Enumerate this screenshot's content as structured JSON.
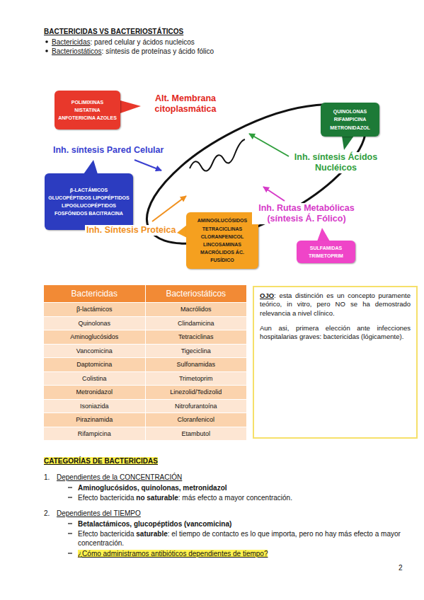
{
  "diagram": {
    "title": "BACTERICIDAS VS BACTERIOSTÁTICOS",
    "nodes": [
      {
        "text": [
          "Alt. Membrana citoplasmática",
          "POLIMIXINAS NISTATINA ANFOTERICINA AZOLES"
        ]
      },
      {
        "text": [
          "Inh. síntesis Ácidos Nucléicos",
          "QUINOLONAS RIFAMPICINA METRONIDAZOL"
        ]
      },
      {
        "text": [
          "Inh. síntesis Pared Celular",
          "β-LACTÁMICOS GLUCOPÉPTIDOS LIPOPÉPTIDOS LIPOGLUCOPÉPTIDOS FOSFÓNIDOS BACITRACINA"
        ]
      },
      {
        "text": [
          "Inh. Síntesis Proteica",
          "AMINOGLUCÓSIDOS TETRACICLINAS CLORANFENICOL LINCOSAMINAS MACRÓLIDOS ÁC. FUSÍDICO"
        ]
      },
      {
        "text": [
          "Inh. Rutas Metabólicas (síntesis Á. Fólico)",
          "SULFAMIDAS TRIMETOPRIM"
        ]
      },
      {
        "text": [
          "OJO",
          ": esta distinción es un concepto puramente teórico, in vitro, pero NO se ha demostrado relevancia a nivel clínico.",
          "Aun asi, primera elección ante infecciones hospitalarias graves: bactericidas (lógicamente)."
        ]
      }
    ],
    "labels": [
      "Bactericidas",
      ": pared celular y ácidos nucleicos",
      "Bacteriostáticos",
      ": síntesis de proteínas y ácido fólico",
      "Bactericidas",
      "Bacteriostáticos",
      "β-lactámicos",
      "Macrólidos",
      "Quinolonas",
      "Clindamicina",
      "Aminoglucósidos",
      "Tetraciclinas",
      "Vancomicina",
      "Tigeciclina",
      "Daptomicina",
      "Sulfonamidas",
      "Colistina",
      "Trimetoprim",
      "Metronidazol",
      "Linezolid/Tedizolid",
      "Isoniazida",
      "Nitrofurantoína",
      "Pirazinamida",
      "Cloranfenicol",
      "Rifampicina",
      "Etambutol",
      "CATEGORÍAS DE BACTERICIDAS",
      "1.",
      "Dependientes de la CONCENTRACIÓN",
      "Aminoglucósidos, quinolonas, metronidazol",
      "Efecto bactericida",
      "no saturable",
      ": más efecto a mayor concentración.",
      "2.",
      "Dependientes del TIEMPO",
      "Betalactámicos, glucopéptidos (vancomicina)",
      "Efecto bactericida",
      "saturable",
      ": el tiempo de contacto es lo que importa, pero no hay más efecto a mayor concentración.",
      "¿Cómo administramos antibióticos dependientes de tiempo?",
      "2"
    ]
  }
}
